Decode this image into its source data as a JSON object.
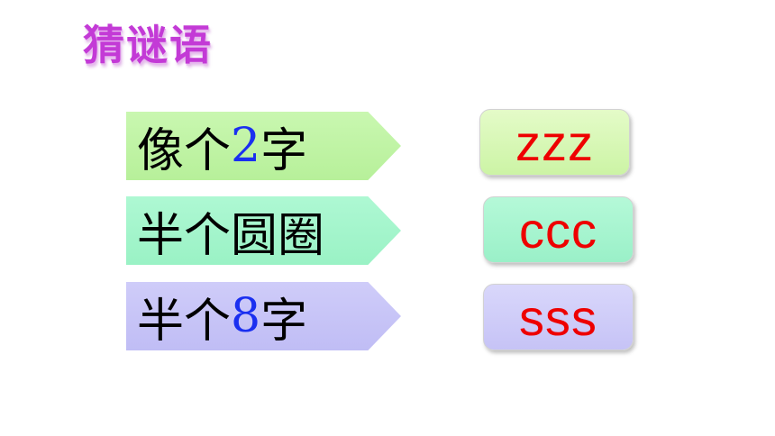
{
  "title": "猜谜语",
  "clues": [
    {
      "prefix": "像个",
      "digit": "2",
      "suffix": "字"
    },
    {
      "prefix": "半个圆圈",
      "digit": "",
      "suffix": ""
    },
    {
      "prefix": "半个",
      "digit": "8",
      "suffix": "字"
    }
  ],
  "answers": [
    "zzz",
    "ccc",
    "sss"
  ],
  "colors": {
    "title": "#c33ad6",
    "digit": "#1a2ff0",
    "answer_text": "#ee0000",
    "green": "#c9f7b0",
    "mint": "#aef8d3",
    "lavender": "#cfccf9"
  }
}
